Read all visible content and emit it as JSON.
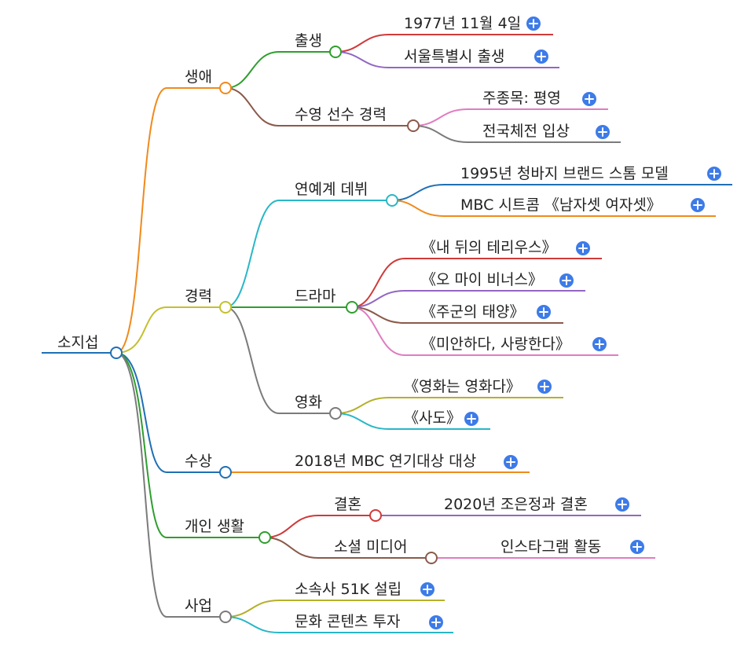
{
  "root": "소지섭",
  "branches": {
    "life": {
      "label": "생애",
      "birth": {
        "label": "출생",
        "date": "1977년 11월 4일",
        "place": "서울특별시 출생"
      },
      "swim": {
        "label": "수영 선수 경력",
        "event": "주종목: 평영",
        "award": "전국체전 입상"
      }
    },
    "career": {
      "label": "경력",
      "debut": {
        "label": "연예계 데뷔",
        "model": "1995년 청바지 브랜드 스톰 모델",
        "sitcom": "MBC 시트콤 《남자셋 여자셋》"
      },
      "drama": {
        "label": "드라마",
        "items": [
          "《내 뒤의 테리우스》",
          "《오 마이 비너스》",
          "《주군의 태양》",
          "《미안하다, 사랑한다》"
        ]
      },
      "film": {
        "label": "영화",
        "items": [
          "《영화는 영화다》",
          "《사도》"
        ]
      }
    },
    "award": {
      "label": "수상",
      "item": "2018년 MBC 연기대상 대상"
    },
    "personal": {
      "label": "개인 생활",
      "marriage": {
        "label": "결혼",
        "item": "2020년 조은정과 결혼"
      },
      "sns": {
        "label": "소셜 미디어",
        "item": "인스타그램 활동"
      }
    },
    "business": {
      "label": "사업",
      "items": [
        "소속사 51K 설립",
        "문화 콘텐츠 투자"
      ]
    }
  },
  "icons": {
    "expand": "plus-circle-icon"
  },
  "colors": {
    "root": "#1f6fb5",
    "life": "#f08a1c",
    "career": "#c4c02e",
    "award": "#1f6fb5",
    "personal": "#2e9e2e",
    "business": "#7b7b7b",
    "birth": "#2e9e2e",
    "swim": "#8b5a4a",
    "red": "#d03a3a",
    "purple": "#9266c4",
    "pink": "#e07cc0",
    "gray": "#7b7b7b",
    "teal": "#28b7c7",
    "blue": "#1f6fb5",
    "orange": "#f08a1c",
    "brown": "#8b5a4a",
    "olive": "#b4b02a",
    "plus": "#3d7be8"
  }
}
